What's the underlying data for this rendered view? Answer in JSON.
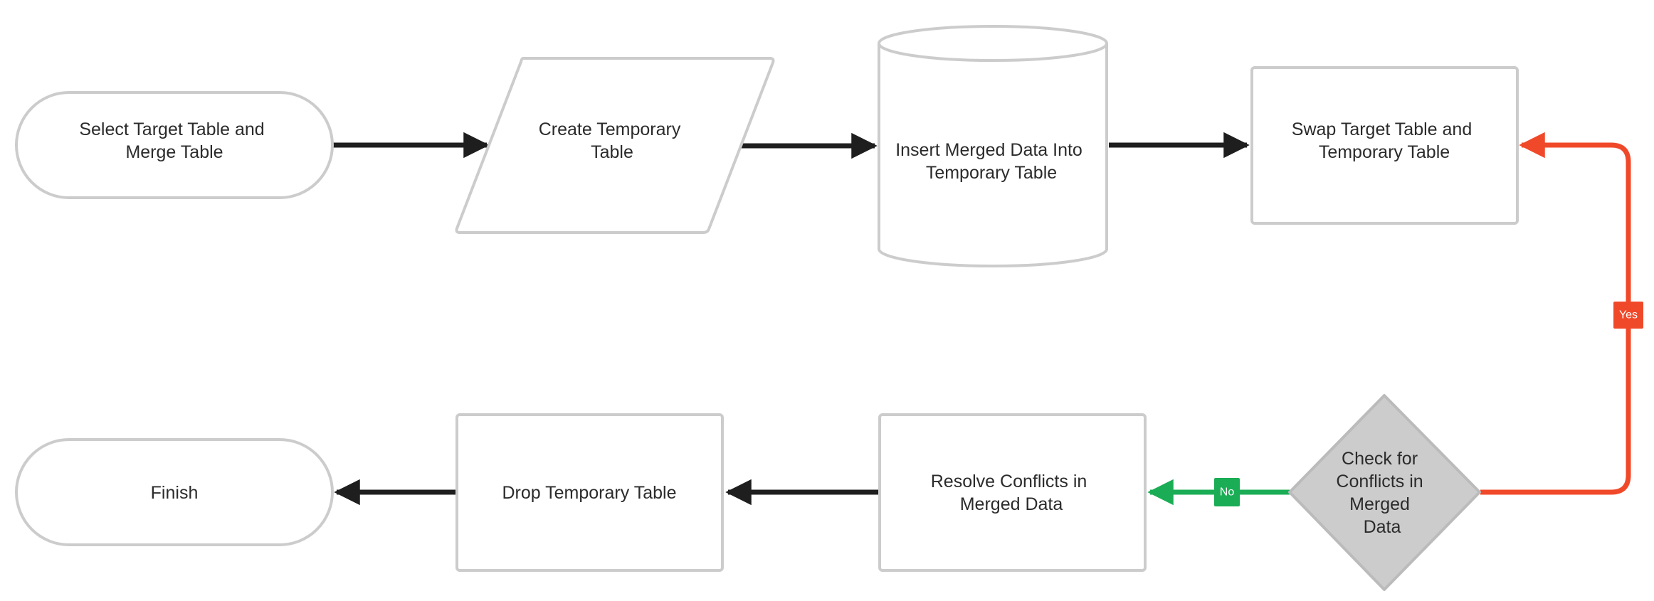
{
  "colors": {
    "node_stroke": "#cccccc",
    "node_fill": "#ffffff",
    "decision_fill": "#cccccc",
    "decision_stroke": "#bbbbbb",
    "text": "#2b2b2b",
    "arrow": "#1e1e1e",
    "yes": "#f0492a",
    "no": "#1aad55"
  },
  "nodes": {
    "select_target": {
      "shape": "terminator",
      "lines": [
        "Select Target Table and",
        "Merge Table"
      ]
    },
    "create_temp": {
      "shape": "parallelogram",
      "lines": [
        "Create Temporary",
        "Table"
      ]
    },
    "insert_merged": {
      "shape": "database",
      "lines": [
        "Insert Merged Data Into",
        "Temporary Table"
      ]
    },
    "swap_tables": {
      "shape": "process",
      "lines": [
        "Swap Target Table and",
        "Temporary Table"
      ]
    },
    "check_conflicts": {
      "shape": "decision",
      "lines": [
        "Check for",
        "Conflicts in",
        "Merged",
        "Data"
      ]
    },
    "resolve_conflicts": {
      "shape": "process",
      "lines": [
        "Resolve Conflicts in",
        "Merged Data"
      ]
    },
    "drop_temp": {
      "shape": "process",
      "lines": [
        "Drop Temporary Table"
      ]
    },
    "finish": {
      "shape": "terminator",
      "lines": [
        "Finish"
      ]
    }
  },
  "edges": [
    {
      "from": "select_target",
      "to": "create_temp",
      "label": ""
    },
    {
      "from": "create_temp",
      "to": "insert_merged",
      "label": ""
    },
    {
      "from": "insert_merged",
      "to": "swap_tables",
      "label": ""
    },
    {
      "from": "check_conflicts",
      "to": "swap_tables",
      "label": "Yes"
    },
    {
      "from": "check_conflicts",
      "to": "resolve_conflicts",
      "label": "No"
    },
    {
      "from": "resolve_conflicts",
      "to": "drop_temp",
      "label": ""
    },
    {
      "from": "drop_temp",
      "to": "finish",
      "label": ""
    }
  ]
}
